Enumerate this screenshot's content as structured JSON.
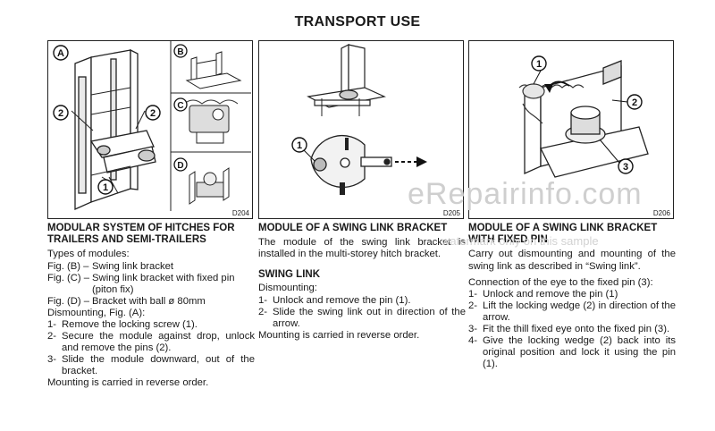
{
  "page": {
    "title": "TRANSPORT USE"
  },
  "figures": [
    {
      "code": "D204",
      "callouts": {
        "A": "A",
        "B": "B",
        "C": "C",
        "D": "D",
        "n1": "1",
        "n2": "2"
      }
    },
    {
      "code": "D205",
      "callouts": {
        "n1": "1"
      }
    },
    {
      "code": "D206",
      "callouts": {
        "n1": "1",
        "n2": "2",
        "n3": "3"
      }
    }
  ],
  "columns": [
    {
      "heading": "MODULAR SYSTEM OF HITCHES FOR TRAILERS AND SEMI-TRAILERS",
      "types_intro": "Types of modules:",
      "types": [
        {
          "label": "Fig. (B) –",
          "text": "Swing link bracket"
        },
        {
          "label": "Fig. (C) –",
          "text": "Swing link bracket with fixed pin (piton fix)"
        },
        {
          "label": "Fig. (D) –",
          "text": "Bracket with ball ø 80mm"
        }
      ],
      "dismounting_title": "Dismounting, Fig. (A):",
      "steps": [
        {
          "num": "1-",
          "text": "Remove the locking screw (1)."
        },
        {
          "num": "2-",
          "text": "Secure the module against drop, unlock and remove the pins (2)."
        },
        {
          "num": "3-",
          "text": "Slide the module downward, out of the bracket."
        }
      ],
      "footer": "Mounting is carried in reverse order."
    },
    {
      "heading": "MODULE OF A SWING LINK BRACKET",
      "intro": "The module of the swing link bracket is installed in the multi-storey hitch bracket.",
      "subheading": "SWING LINK",
      "dismounting_title": "Dismounting:",
      "steps": [
        {
          "num": "1-",
          "text": "Unlock and remove the pin (1)."
        },
        {
          "num": "2-",
          "text": "Slide the swing link out in direction of the arrow."
        }
      ],
      "footer": "Mounting is carried in reverse order."
    },
    {
      "heading": "MODULE OF A SWING LINK BRACKET WITH FIXED PIN",
      "intro": "Carry out dismounting and mounting of the swing link as described in “Swing link”.",
      "connection_title": "Connection of the eye to the fixed pin (3):",
      "steps": [
        {
          "num": "1-",
          "text": "Unlock and remove the pin (1)"
        },
        {
          "num": "2-",
          "text": "Lift the locking wedge (2) in direction of the arrow."
        },
        {
          "num": "3-",
          "text": "Fit the thill fixed eye onto the fixed pin (3)."
        },
        {
          "num": "4-",
          "text": "Give the locking wedge (2) back into its original position and lock it using the pin (1)."
        }
      ]
    }
  ],
  "watermark": {
    "main": "eRepairinfo.com",
    "sub": "watermark only on this sample"
  }
}
